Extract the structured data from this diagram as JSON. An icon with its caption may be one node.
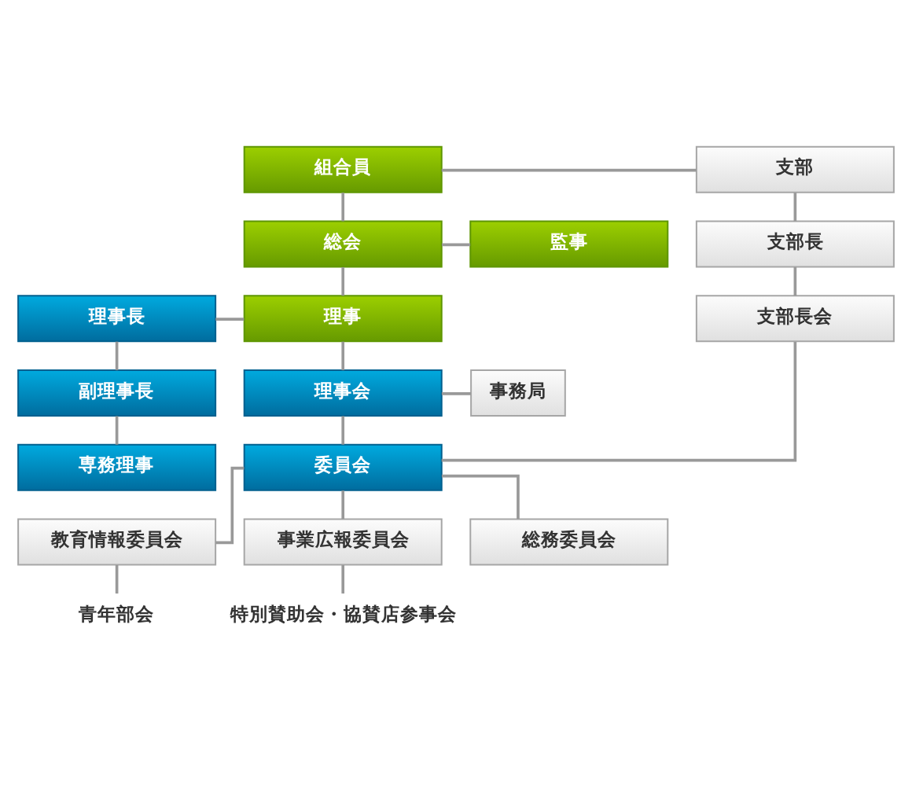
{
  "diagram": {
    "nodes": [
      {
        "text": [
          "組合員"
        ]
      },
      {
        "text": [
          "支部"
        ]
      },
      {
        "text": [
          "監事"
        ]
      },
      {
        "text": [
          "総会"
        ]
      },
      {
        "text": [
          "支部長"
        ]
      },
      {
        "text": [
          "理事長"
        ]
      },
      {
        "text": [
          "理事"
        ]
      },
      {
        "text": [
          "支部長会"
        ]
      },
      {
        "text": [
          "副理事長"
        ]
      },
      {
        "text": [
          "理事会"
        ]
      },
      {
        "text": [
          "事務局"
        ]
      },
      {
        "text": [
          "専務理事"
        ]
      },
      {
        "text": [
          "委員会"
        ]
      },
      {
        "text": [
          "教育情報委員会"
        ]
      },
      {
        "text": [
          "事業広報委員会"
        ]
      },
      {
        "text": [
          "総務委員会"
        ]
      },
      {
        "text": [
          "青年部会"
        ]
      },
      {
        "text": [
          "特別賛助会・協賛店参事会"
        ]
      }
    ],
    "edges": [
      {
        "from": 0,
        "to": 1,
        "arrow": "none"
      },
      {
        "from": 0,
        "to": 3,
        "arrow": "none"
      },
      {
        "from": 2,
        "to": 3,
        "arrow": "none"
      },
      {
        "from": 1,
        "to": 4,
        "arrow": "none"
      },
      {
        "from": 3,
        "to": 6,
        "arrow": "none"
      },
      {
        "from": 4,
        "to": 7,
        "arrow": "none"
      },
      {
        "from": 5,
        "to": 6,
        "arrow": "none"
      },
      {
        "from": 5,
        "to": 8,
        "arrow": "none"
      },
      {
        "from": 6,
        "to": 9,
        "arrow": "none"
      },
      {
        "from": 9,
        "to": 10,
        "arrow": "none"
      },
      {
        "from": 8,
        "to": 11,
        "arrow": "none"
      },
      {
        "from": 9,
        "to": 12,
        "arrow": "none"
      },
      {
        "from": 7,
        "to": 12,
        "arrow": "none"
      },
      {
        "from": 12,
        "to": 13,
        "arrow": "none"
      },
      {
        "from": 12,
        "to": 14,
        "arrow": "none"
      },
      {
        "from": 12,
        "to": 15,
        "arrow": "none"
      },
      {
        "from": 13,
        "to": 16,
        "arrow": "none"
      },
      {
        "from": 14,
        "to": 17,
        "arrow": "none"
      }
    ]
  }
}
